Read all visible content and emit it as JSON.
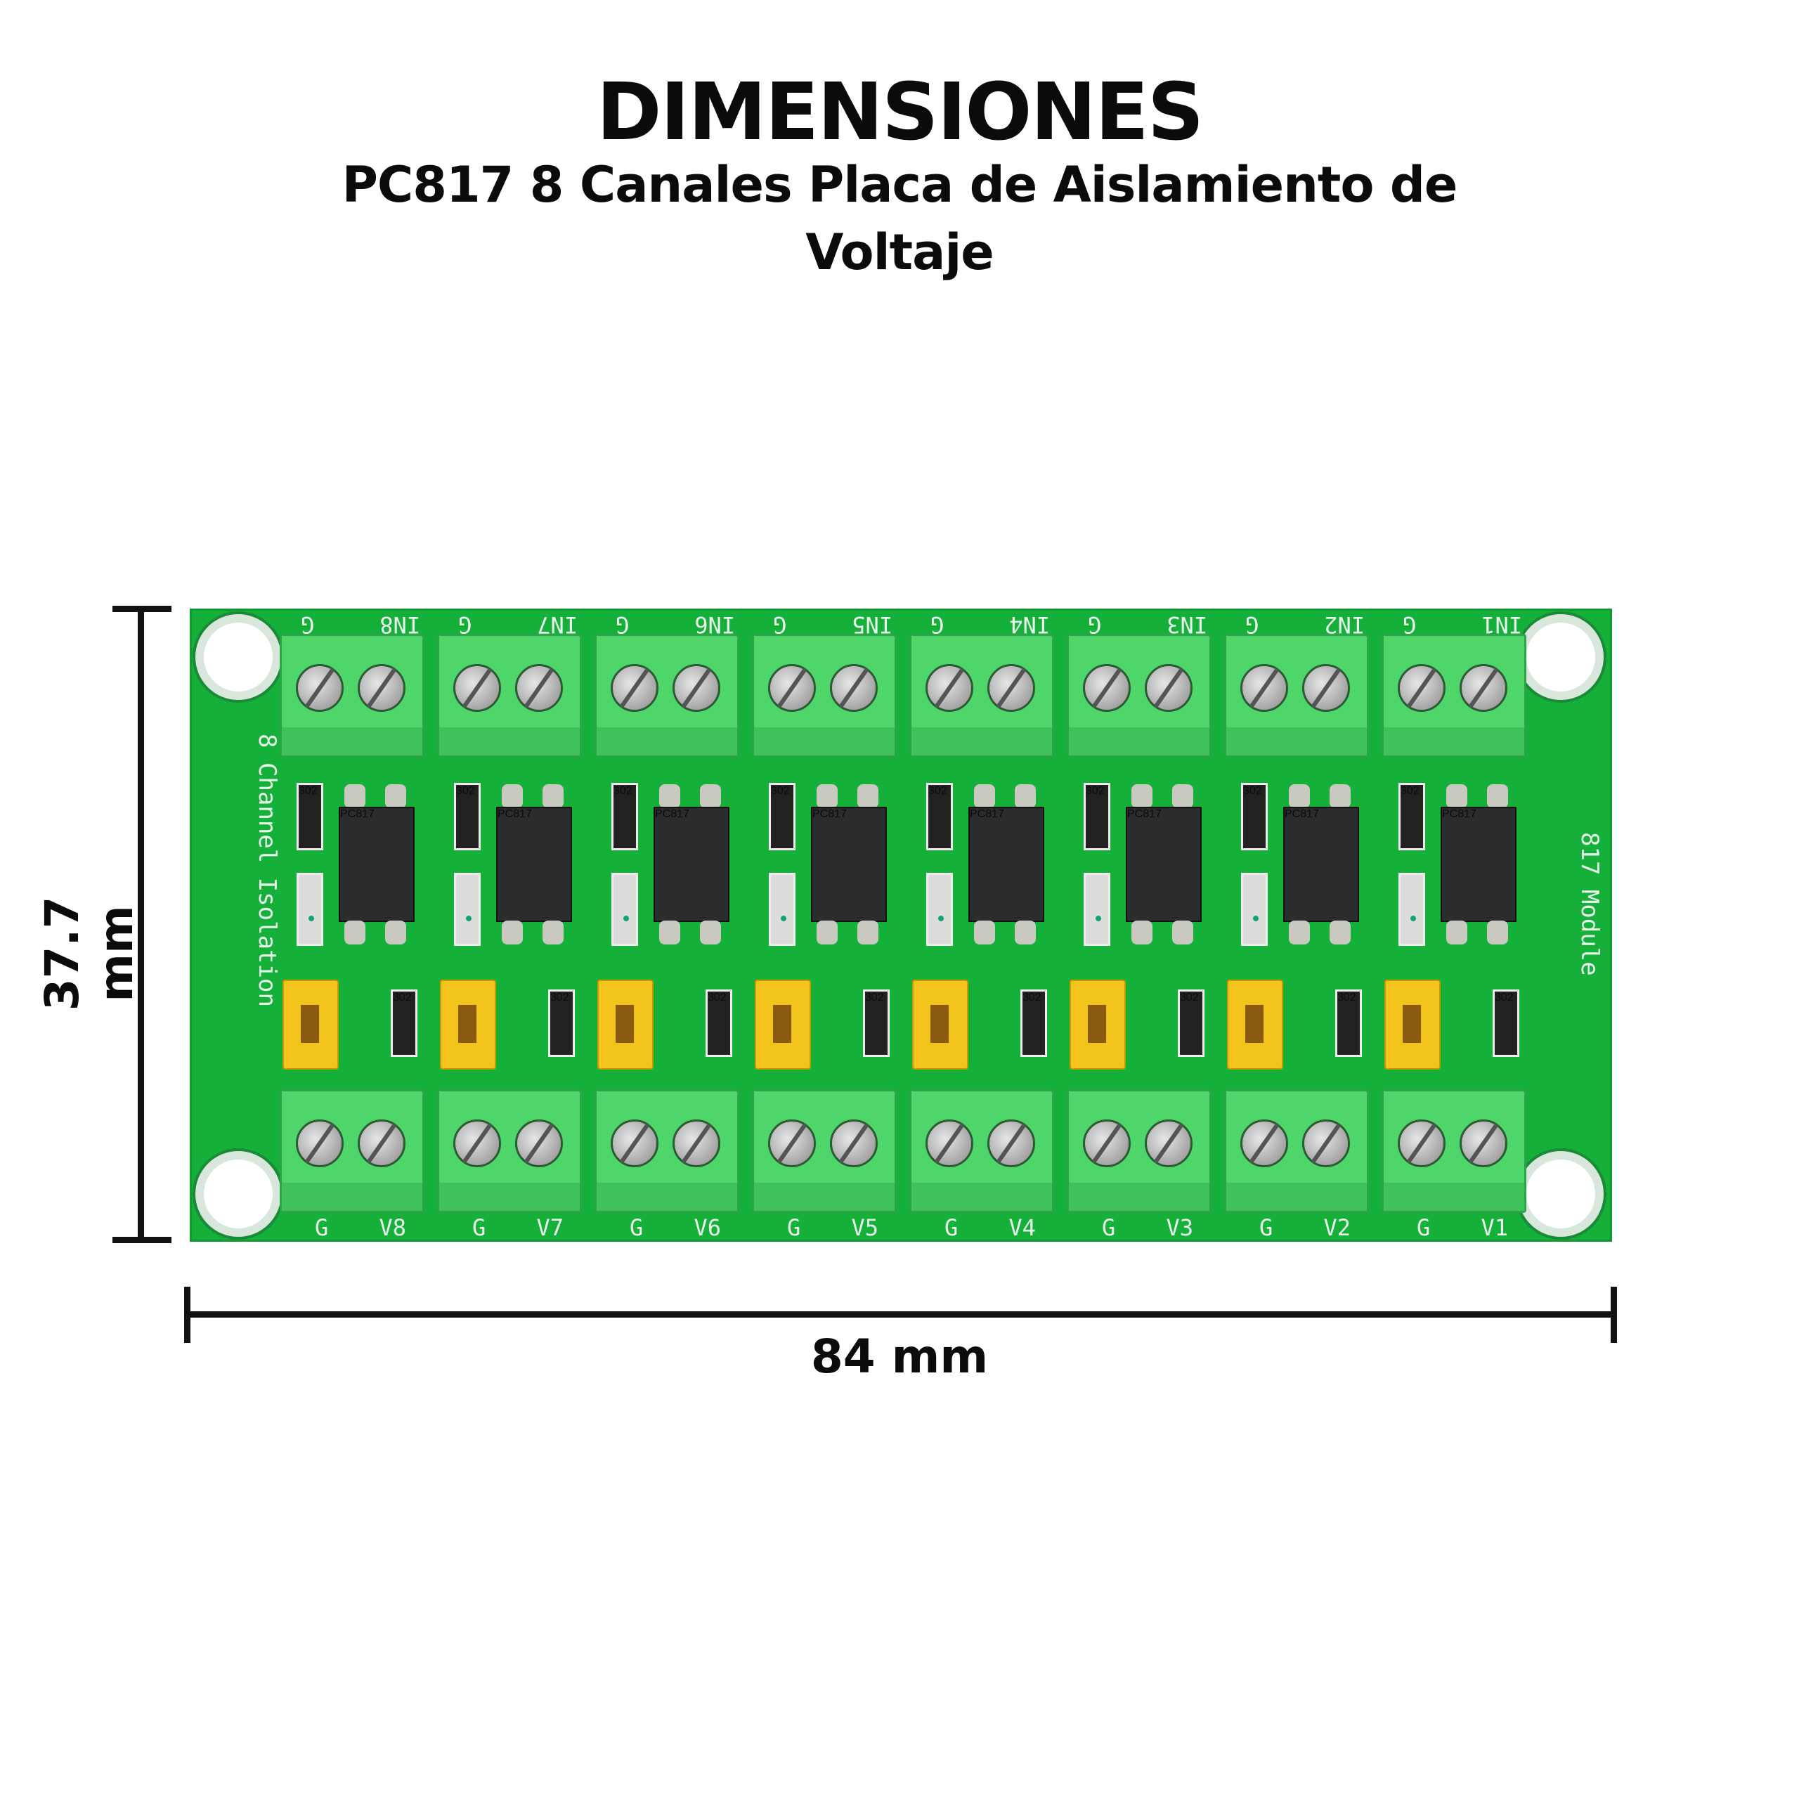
{
  "header": {
    "title": "DIMENSIONES",
    "subtitle_line1": "PC817 8 Canales Placa de Aislamiento de",
    "subtitle_line2": "Voltaje"
  },
  "dimensions": {
    "height_label": "37.7 mm",
    "width_label": "84 mm"
  },
  "board": {
    "left_text": "8 Channel Isolation",
    "right_text": "817 Module",
    "chip_marking": "PC817",
    "resistor_marking": "302",
    "colors": {
      "pcb": "#14b03a",
      "terminal": "#4fd66a",
      "jumper": "#f3c51c"
    },
    "channels": [
      {
        "top_g": "G",
        "top_in": "IN8",
        "bottom_g": "G",
        "bottom_v": "V8"
      },
      {
        "top_g": "G",
        "top_in": "IN7",
        "bottom_g": "G",
        "bottom_v": "V7"
      },
      {
        "top_g": "G",
        "top_in": "IN6",
        "bottom_g": "G",
        "bottom_v": "V6"
      },
      {
        "top_g": "G",
        "top_in": "IN5",
        "bottom_g": "G",
        "bottom_v": "V5"
      },
      {
        "top_g": "G",
        "top_in": "IN4",
        "bottom_g": "G",
        "bottom_v": "V4"
      },
      {
        "top_g": "G",
        "top_in": "IN3",
        "bottom_g": "G",
        "bottom_v": "V3"
      },
      {
        "top_g": "G",
        "top_in": "IN2",
        "bottom_g": "G",
        "bottom_v": "V2"
      },
      {
        "top_g": "G",
        "top_in": "IN1",
        "bottom_g": "G",
        "bottom_v": "V1"
      }
    ]
  }
}
